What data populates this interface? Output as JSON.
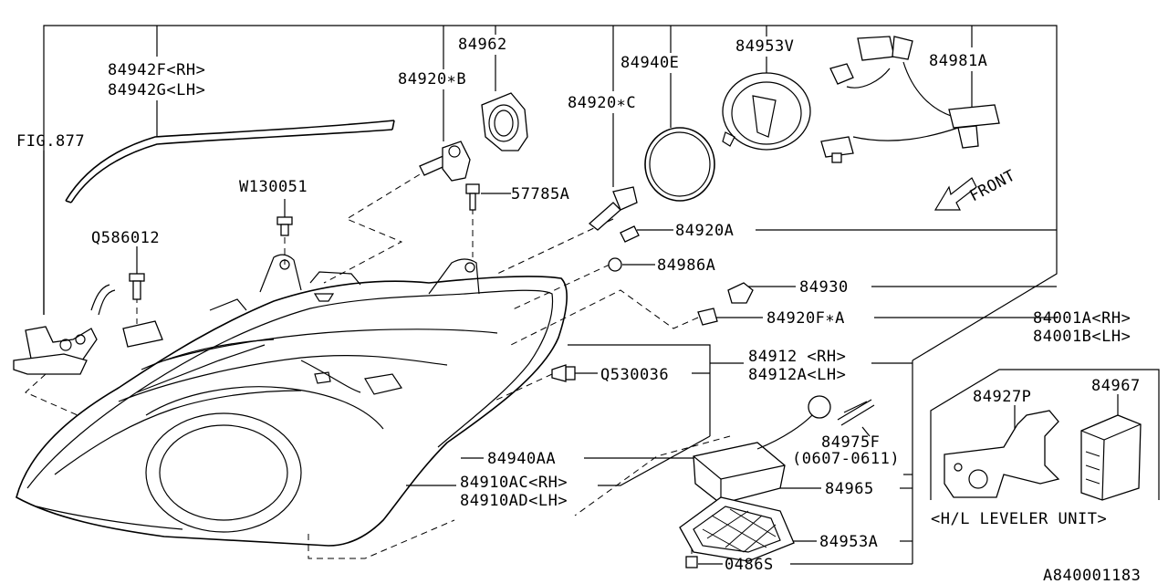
{
  "labels": {
    "fig877": "FIG.877",
    "p84942f": "84942F<RH>",
    "p84942g": "84942G<LH>",
    "p84962": "84962",
    "p84920b": "84920∗B",
    "p84940e": "84940E",
    "p84920c": "84920∗C",
    "p84953v": "84953V",
    "p84981a": "84981A",
    "pw130051": "W130051",
    "p57785a": "57785A",
    "pq586012": "Q586012",
    "p84920a": "84920A",
    "p84986a": "84986A",
    "p84930": "84930",
    "p84920fa": "84920F∗A",
    "p84001a": "84001A<RH>",
    "p84001b": "84001B<LH>",
    "p84912": "84912 <RH>",
    "p84912a": "84912A<LH>",
    "pq530036": "Q530036",
    "p84927p": "84927P",
    "p84967": "84967",
    "p84975f": "84975F",
    "p84975f_date": "(0607-0611)",
    "p84940aa": "84940AA",
    "p84910ac": "84910AC<RH>",
    "p84910ad": "84910AD<LH>",
    "p84965": "84965",
    "p84953a": "84953A",
    "p0486s": "0486S",
    "front": "FRONT",
    "leveler": "<H/L LEVELER UNIT>",
    "diagram_id": "A840001183"
  }
}
